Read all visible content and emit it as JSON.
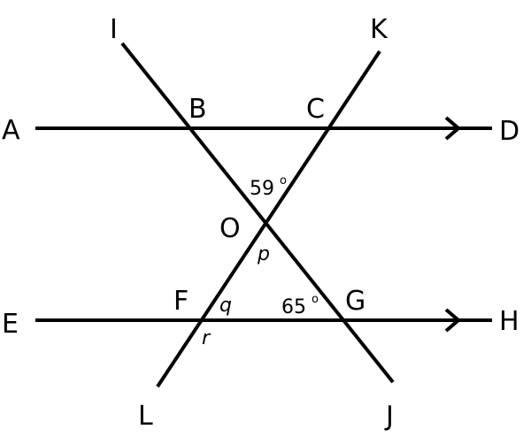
{
  "points": {
    "A": "A",
    "B": "B",
    "C": "C",
    "D": "D",
    "E": "E",
    "F": "F",
    "G": "G",
    "H": "H",
    "I": "I",
    "J": "J",
    "K": "K",
    "L": "L",
    "O": "O"
  },
  "angles": {
    "angle_boc": {
      "value": "59",
      "unit": "o"
    },
    "angle_fgo": {
      "value": "65",
      "unit": "o"
    }
  },
  "variables": {
    "p": "p",
    "q": "q",
    "r": "r"
  }
}
